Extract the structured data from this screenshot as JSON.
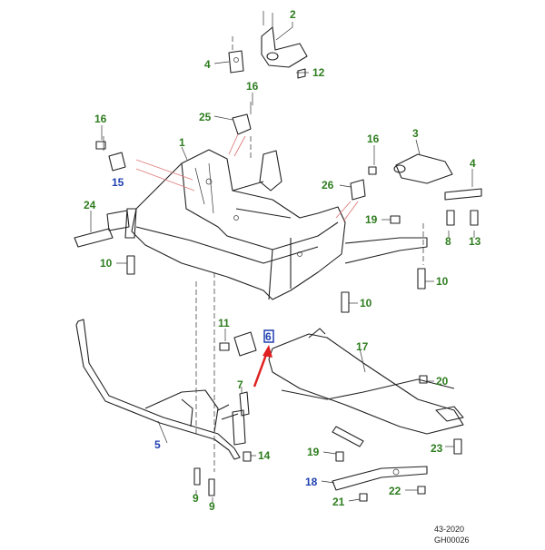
{
  "callouts": [
    {
      "id": "c2",
      "text": "2",
      "color": "green"
    },
    {
      "id": "c4a",
      "text": "4",
      "color": "green"
    },
    {
      "id": "c12",
      "text": "12",
      "color": "green"
    },
    {
      "id": "c16a",
      "text": "16",
      "color": "green"
    },
    {
      "id": "c25",
      "text": "25",
      "color": "green"
    },
    {
      "id": "c16b",
      "text": "16",
      "color": "green"
    },
    {
      "id": "c15",
      "text": "15",
      "color": "blue"
    },
    {
      "id": "c1",
      "text": "1",
      "color": "green"
    },
    {
      "id": "c16c",
      "text": "16",
      "color": "green"
    },
    {
      "id": "c3",
      "text": "3",
      "color": "green"
    },
    {
      "id": "c4b",
      "text": "4",
      "color": "green"
    },
    {
      "id": "c26",
      "text": "26",
      "color": "green"
    },
    {
      "id": "c24",
      "text": "24",
      "color": "green"
    },
    {
      "id": "c19a",
      "text": "19",
      "color": "green"
    },
    {
      "id": "c8",
      "text": "8",
      "color": "green"
    },
    {
      "id": "c13",
      "text": "13",
      "color": "green"
    },
    {
      "id": "c10a",
      "text": "10",
      "color": "green"
    },
    {
      "id": "c10b",
      "text": "10",
      "color": "green"
    },
    {
      "id": "c10c",
      "text": "10",
      "color": "green"
    },
    {
      "id": "c11",
      "text": "11",
      "color": "green"
    },
    {
      "id": "c6",
      "text": "6",
      "color": "blue"
    },
    {
      "id": "c17",
      "text": "17",
      "color": "green"
    },
    {
      "id": "c20",
      "text": "20",
      "color": "green"
    },
    {
      "id": "c7",
      "text": "7",
      "color": "green"
    },
    {
      "id": "c5",
      "text": "5",
      "color": "blue"
    },
    {
      "id": "c14",
      "text": "14",
      "color": "green"
    },
    {
      "id": "c19b",
      "text": "19",
      "color": "green"
    },
    {
      "id": "c23",
      "text": "23",
      "color": "green"
    },
    {
      "id": "c18",
      "text": "18",
      "color": "blue"
    },
    {
      "id": "c9a",
      "text": "9",
      "color": "green"
    },
    {
      "id": "c9b",
      "text": "9",
      "color": "green"
    },
    {
      "id": "c21",
      "text": "21",
      "color": "green"
    },
    {
      "id": "c22",
      "text": "22",
      "color": "green"
    }
  ],
  "footer": {
    "code": "43-2020",
    "ref": "GH00026"
  },
  "colors": {
    "green_label": "#2e7d1f",
    "blue_label": "#1f3fb0",
    "highlight_box": "#1f3fb0",
    "pointer_arrow": "#e02020",
    "leader_pink": "#e07b7b"
  }
}
